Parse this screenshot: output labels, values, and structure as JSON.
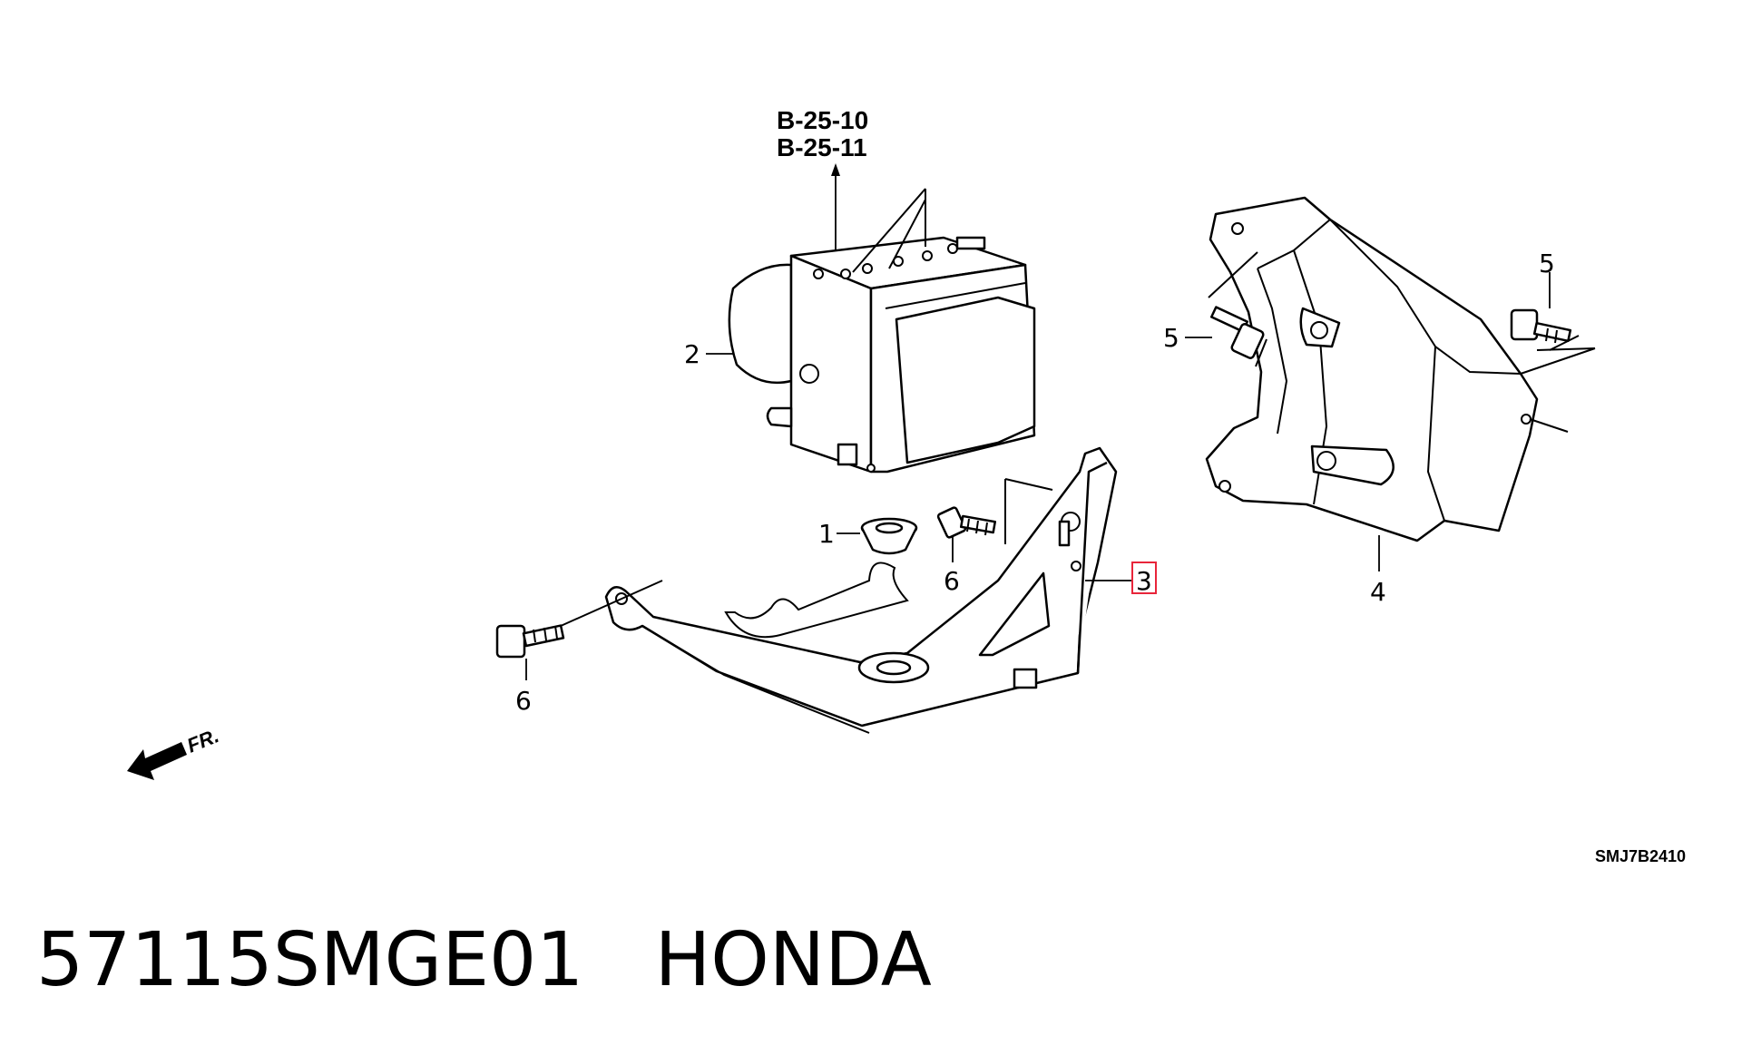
{
  "reference": {
    "line1": "B-25-10",
    "line2": "B-25-11"
  },
  "callouts": {
    "p1": "1",
    "p2": "2",
    "p3": "3",
    "p4": "4",
    "p5a": "5",
    "p5b": "5",
    "p6a": "6",
    "p6b": "6"
  },
  "direction_label": "FR.",
  "diagram_code": "SMJ7B2410",
  "footer": {
    "part_number": "57115SMGE01",
    "brand": "HONDA"
  },
  "highlight_color": "#e8253a"
}
